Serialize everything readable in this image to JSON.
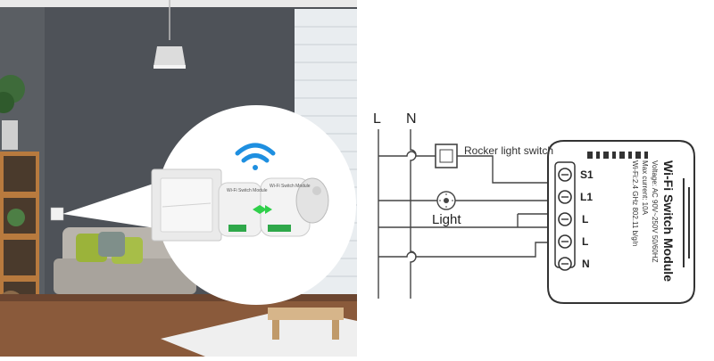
{
  "wiring": {
    "line_label": "L",
    "neutral_label": "N",
    "switch_label": "Rocker light switch",
    "light_label": "Light"
  },
  "module": {
    "title": "Wi-Fi Switch Module",
    "specs": [
      "Voltage: AC 90V~250V  50/60HZ",
      "Max current: 10A",
      "Wi-Fi:2.4 GHz   802.11 b/g/n"
    ],
    "terminals": [
      "S1",
      "L1",
      "L",
      "L",
      "N"
    ]
  },
  "product_inset": {
    "module_title": "Wi-Fi Switch Module"
  },
  "colors": {
    "wall": "#4e5258",
    "floor": "#8a5a3b",
    "wifi_blue": "#1e8fe0",
    "link_green": "#2fcf4a",
    "line_stroke": "#444444"
  }
}
